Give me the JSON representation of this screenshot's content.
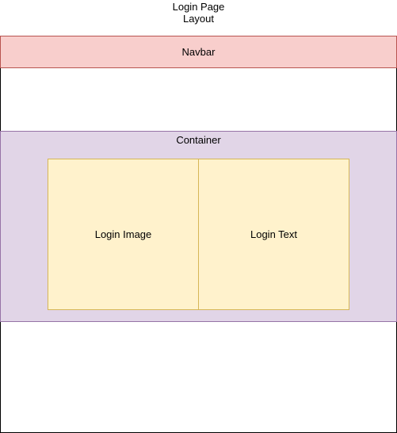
{
  "title": {
    "line1": "Login Page",
    "line2": "Layout"
  },
  "navbar": {
    "label": "Navbar",
    "fill": "#f8cecc",
    "stroke": "#b85450"
  },
  "container": {
    "label": "Container",
    "fill": "#e1d5e7",
    "stroke": "#9673a6"
  },
  "boxes": [
    {
      "label": "Login Image",
      "fill": "#fff2cc",
      "stroke": "#d6b656"
    },
    {
      "label": "Login Text",
      "fill": "#fff2cc",
      "stroke": "#d6b656"
    }
  ]
}
